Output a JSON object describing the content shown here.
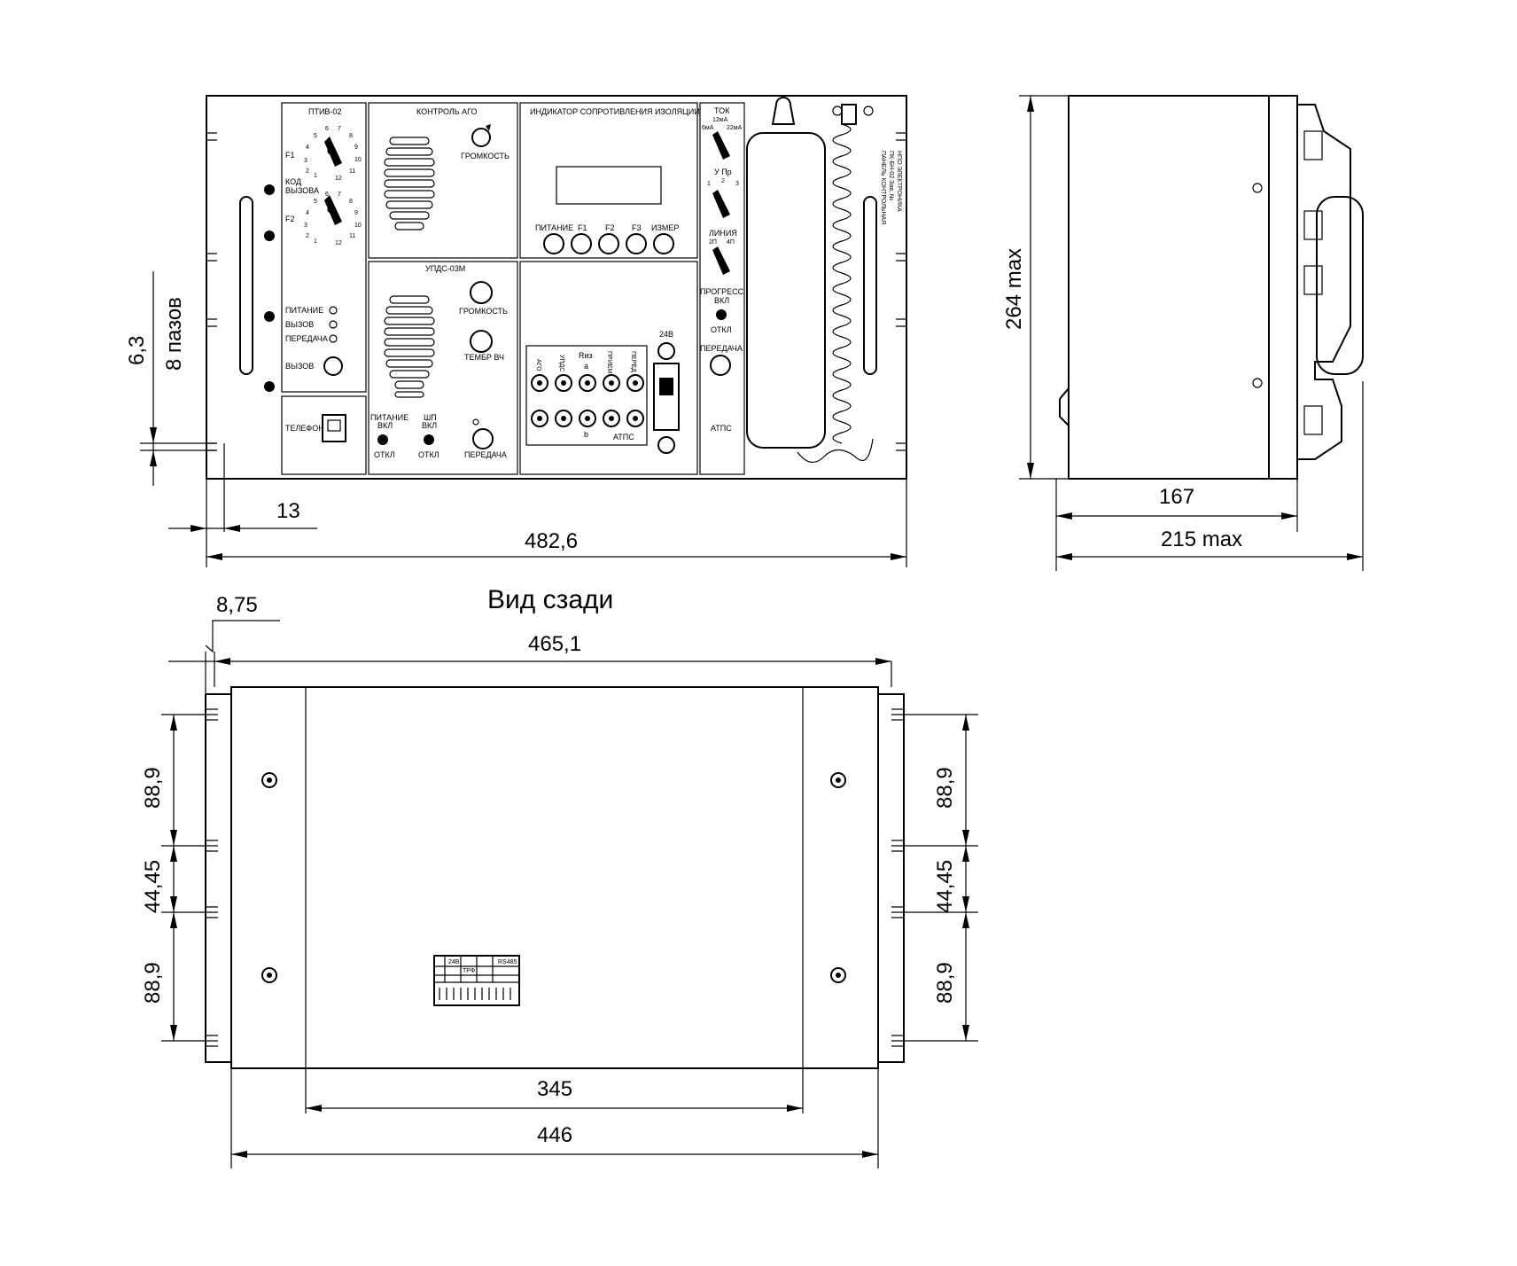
{
  "dimensions": {
    "front_width": "482,6",
    "front_offset": "13",
    "slot_pitch": "6,3",
    "slot_count": "8 пазов",
    "side_height": "264 max",
    "side_depth": "167",
    "side_depth_max": "215 max",
    "rear_offset": "8,75",
    "rear_width": "465,1",
    "rear_inner": "345",
    "rear_total": "446",
    "rear_v1": "88,9",
    "rear_v2": "44,45",
    "rear_v3": "88,9"
  },
  "rear_view_title": "Вид сзади",
  "panel": {
    "ptiv": {
      "title": "ПТИВ-02",
      "f1": "F1",
      "f2": "F2",
      "code": "КОД",
      "call": "ВЫЗОВА",
      "knob_f1": {
        "n1": "1",
        "n2": "2",
        "n3": "3",
        "n4": "4",
        "n5": "5",
        "n6": "6",
        "n7": "7",
        "n8": "8",
        "n9": "9",
        "n10": "10",
        "n11": "11",
        "n12": "12"
      },
      "knob_f2": {
        "n1": "1",
        "n2": "2",
        "n3": "3",
        "n4": "4",
        "n5": "5",
        "n6": "6",
        "n7": "7",
        "n8": "8",
        "n9": "9",
        "n10": "10",
        "n11": "11",
        "n12": "12"
      },
      "led_power": "ПИТАНИЕ",
      "led_call": "ВЫЗОВ",
      "led_tx": "ПЕРЕДАЧА",
      "call_button": "ВЫЗОВ"
    },
    "telephone": "ТЕЛЕФОН",
    "ago": {
      "title": "КОНТРОЛЬ АГО",
      "volume": "ГРОМКОСТЬ"
    },
    "upds": {
      "title": "УПДС-03М",
      "volume": "ГРОМКОСТЬ",
      "timbre": "ТЕМБР ВЧ",
      "power": "ПИТАНИЕ",
      "on": "ВКЛ",
      "off": "ОТКЛ",
      "shp": "ШП",
      "shp_on": "ВКЛ",
      "shp_off": "ОТКЛ",
      "tx": "ПЕРЕДАЧА"
    },
    "insulation": {
      "title": "ИНДИКАТОР СОПРОТИВЛЕНИЯ ИЗОЛЯЦИИ",
      "buttons": [
        "ПИТАНИЕ",
        "F1",
        "F2",
        "F3",
        "ИЗМЕР"
      ]
    },
    "sockets": {
      "cols": [
        "АГО",
        "УПДС",
        "Rиз",
        "ПРИЕМ",
        "ПЕРЕД"
      ],
      "a": "а",
      "b": "b",
      "atps": "АТПС",
      "v24": "24В"
    },
    "right": {
      "current": "ТОК",
      "i12": "12мА",
      "i6": "6мА",
      "i22": "22мА",
      "upr": "У Пр",
      "n1": "1",
      "n2": "2",
      "n3": "3",
      "line": "ЛИНИЯ",
      "p2": "2П",
      "p4": "4П",
      "progress": "ПРОГРЕСС",
      "on": "ВКЛ",
      "off": "ОТКЛ",
      "tx": "ПЕРЕДАЧА",
      "atps": "АТПС"
    },
    "plate_lines": [
      "ПАНЕЛЬ КОНТРОЛЬНАЯ",
      "ПК-БН-02 Зав. №",
      "НПО ЭЛЕКТРОНИКА"
    ]
  },
  "terminal": {
    "labels": [
      "24В",
      "ТРФ",
      "RS485"
    ]
  }
}
